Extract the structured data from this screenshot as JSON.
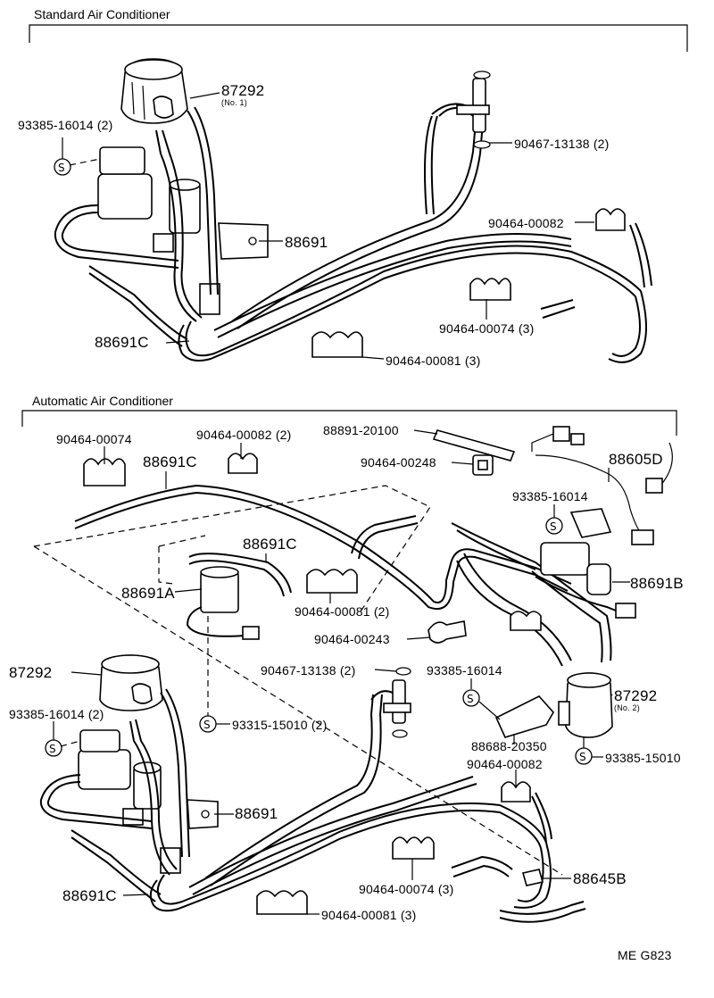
{
  "sections": {
    "standard": {
      "title": "Standard Air Conditioner"
    },
    "automatic": {
      "title": "Automatic Air Conditioner"
    }
  },
  "labels": {
    "std_87292": "87292",
    "std_87292_no": "(No. 1)",
    "std_93385_16014": "93385-16014 (2)",
    "std_90467_13138": "90467-13138 (2)",
    "std_90464_00082": "90464-00082",
    "std_88691": "88691",
    "std_90464_00074": "90464-00074 (3)",
    "std_88691c": "88691C",
    "std_90464_00081": "90464-00081 (3)",
    "auto_90464_00074_top": "90464-00074",
    "auto_90464_00082_top": "90464-00082 (2)",
    "auto_88891_20100": "88891-20100",
    "auto_88691c_top": "88691C",
    "auto_90464_00248": "90464-00248",
    "auto_88605d": "88605D",
    "auto_93385_16014_r": "93385-16014",
    "auto_88691c_mid": "88691C",
    "auto_88691a": "88691A",
    "auto_88691b": "88691B",
    "auto_90464_00081_mid": "90464-00081 (2)",
    "auto_90464_00243": "90464-00243",
    "auto_87292": "87292",
    "auto_90467_13138": "90467-13138 (2)",
    "auto_93385_16014_c": "93385-16014",
    "auto_87292_r": "87292",
    "auto_87292_r_no": "(No. 2)",
    "auto_93385_16014_l": "93385-16014 (2)",
    "auto_93315_15010": "93315-15010 (2)",
    "auto_88688_20350": "88688-20350",
    "auto_93385_15010": "93385-15010",
    "auto_90464_00082_low": "90464-00082",
    "auto_88691": "88691",
    "auto_90464_00074_low": "90464-00074 (3)",
    "auto_88645b": "88645B",
    "auto_88691c_low": "88691C",
    "auto_90464_00081_low": "90464-00081 (3)",
    "ref_code": "ME G823"
  }
}
